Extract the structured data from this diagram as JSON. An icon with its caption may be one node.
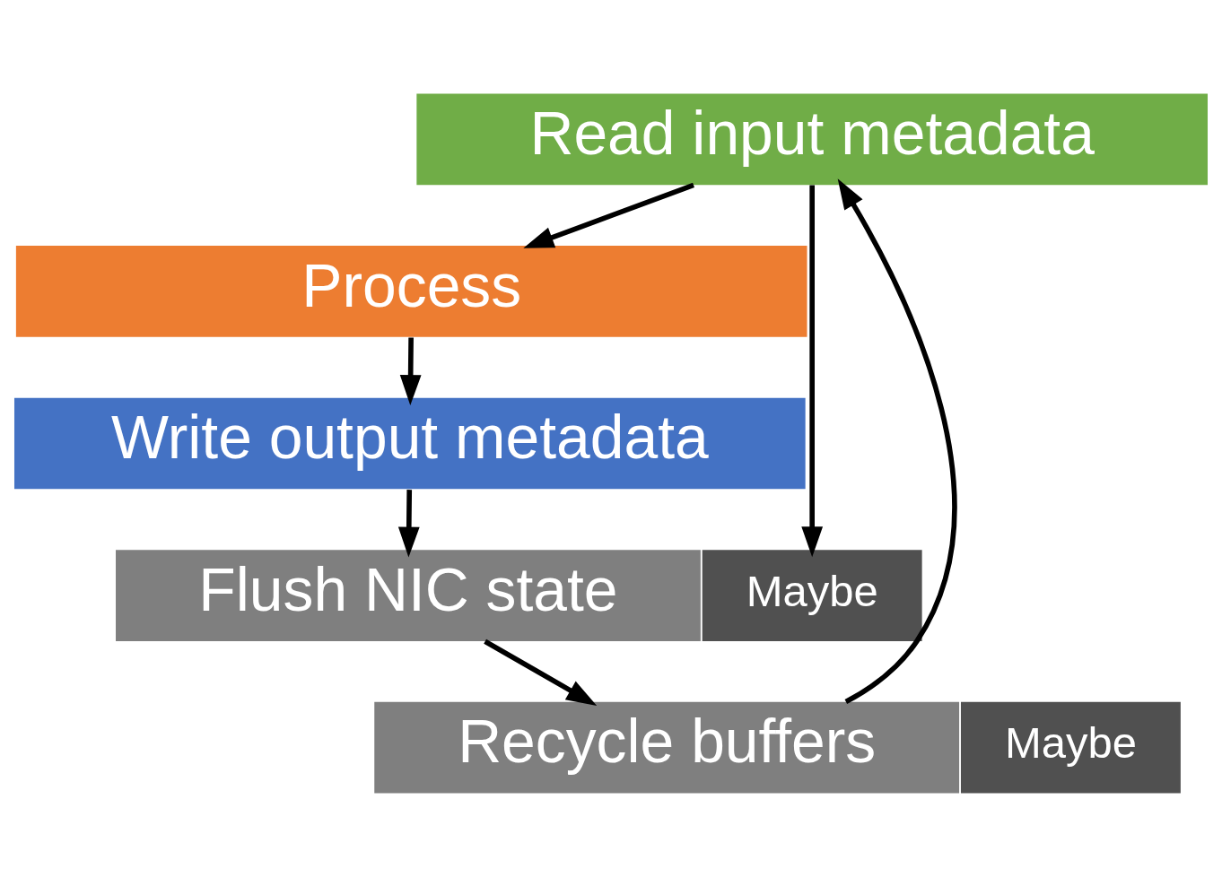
{
  "diagram": {
    "nodes": [
      {
        "text": [
          "Read input metadata"
        ]
      },
      {
        "text": [
          "Process"
        ]
      },
      {
        "text": [
          "Write output metadata"
        ]
      },
      {
        "text": [
          "Maybe"
        ]
      },
      {
        "text": [
          "Flush NIC state"
        ]
      },
      {
        "text": [
          "Maybe"
        ]
      },
      {
        "text": [
          "Recycle buffers"
        ]
      }
    ],
    "edges": [
      {
        "from": 0,
        "to": 1,
        "arrow": "to"
      },
      {
        "from": 1,
        "to": 2,
        "arrow": "to"
      },
      {
        "from": 2,
        "to": 4,
        "arrow": "to"
      },
      {
        "from": 0,
        "to": 3,
        "arrow": "to"
      },
      {
        "from": 4,
        "to": 6,
        "arrow": "to"
      },
      {
        "from": 6,
        "to": 0,
        "arrow": "to"
      }
    ]
  }
}
